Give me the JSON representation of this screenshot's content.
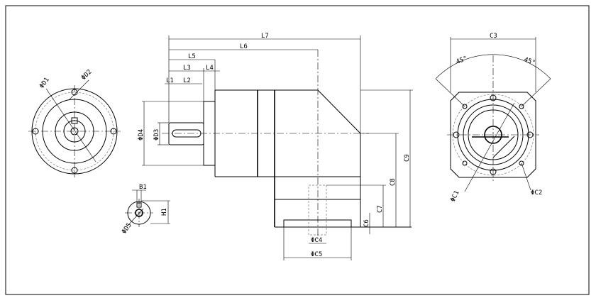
{
  "labels": {
    "L7": "L7",
    "L6": "L6",
    "L5": "L5",
    "L3": "L3",
    "L4": "L4",
    "L1": "L1",
    "L2": "L2",
    "D1": "ΦD1",
    "D2": "ΦD2",
    "D3": "ΦD3",
    "D4": "ΦD4",
    "D5": "ΦD5",
    "B1": "B1",
    "H1": "H1",
    "C1": "ΦC1",
    "C2": "ΦC2",
    "C3": "C3",
    "C4": "ΦC4",
    "C5": "ΦC5",
    "C6": "C6",
    "C7": "C7",
    "C8": "C8",
    "C9": "C9",
    "angle_left": "45°",
    "angle_right": "45°"
  }
}
